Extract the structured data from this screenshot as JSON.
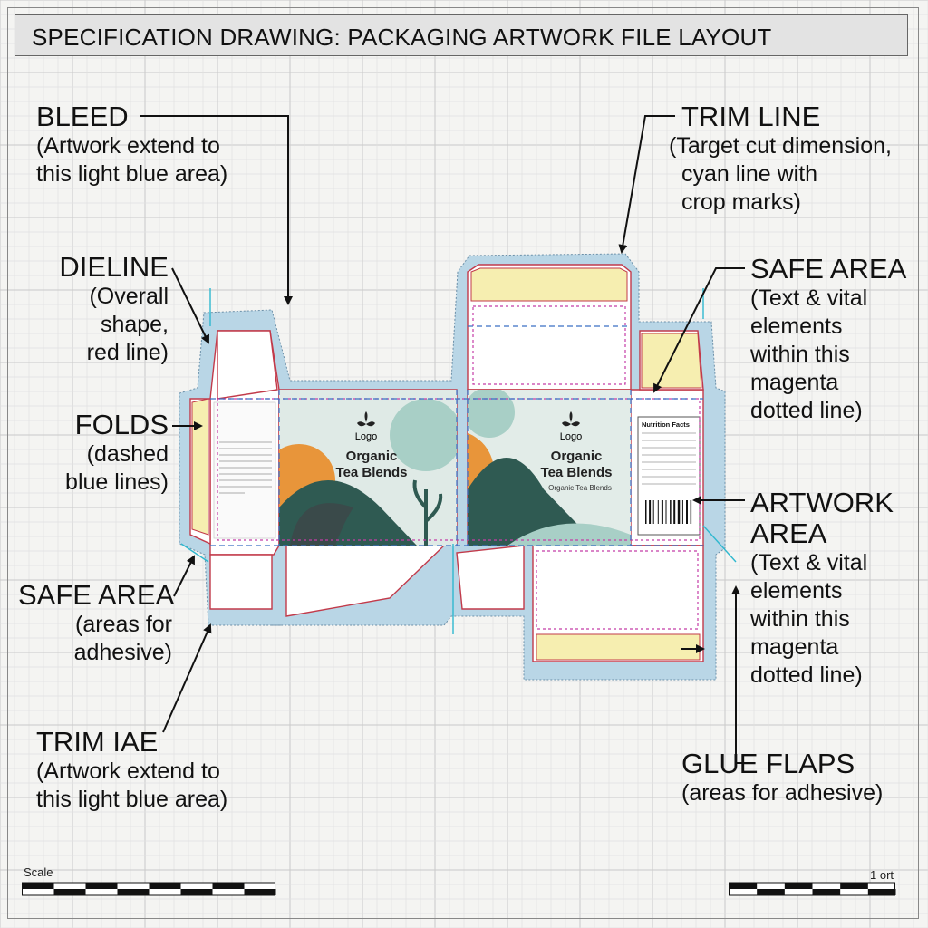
{
  "title": "SPECIFICATION DRAWING: PACKAGING ARTWORK FILE LAYOUT",
  "callouts": {
    "bleed": {
      "heading": "BLEED",
      "lines": [
        "(Artwork extend to",
        "this light blue area)"
      ]
    },
    "dieline": {
      "heading": "DIELINE",
      "lines": [
        "(Overall",
        "shape,",
        "red line)"
      ]
    },
    "folds": {
      "heading": "FOLDS",
      "lines": [
        "(dashed",
        "blue lines)"
      ]
    },
    "safe_area_left": {
      "heading": "SAFE AREA",
      "lines": [
        "(areas for",
        "adhesive)"
      ]
    },
    "trim_iae": {
      "heading": "TRIM IAE",
      "lines": [
        "(Artwork extend to",
        "this light blue area)"
      ]
    },
    "trim_line": {
      "heading": "TRIM LINE",
      "lines": [
        "(Target cut dimension,",
        "cyan line with",
        "crop marks)"
      ]
    },
    "safe_area_right": {
      "heading": "SAFE AREA",
      "lines": [
        "(Text & vital",
        "elements",
        "within this",
        "magenta",
        "dotted line)"
      ]
    },
    "artwork_area": {
      "heading": "ARTWORK",
      "heading2": "AREA",
      "lines": [
        "(Text & vital",
        "elements",
        "within this",
        "magenta",
        "dotted line)"
      ]
    },
    "glue_flaps": {
      "heading": "GLUE FLAPS",
      "lines": [
        "(areas for adhesive)"
      ]
    }
  },
  "package": {
    "logo": "Logo",
    "product_line1": "Organic",
    "product_line2": "Tea Blends",
    "front_tagline": "Organic Tea Blends",
    "nutrition_title": "Nutrition Facts"
  },
  "scale": {
    "left_label": "Scale",
    "right_label": "1 ort"
  },
  "colors": {
    "bleed": "#b9d6e6",
    "dieline": "#c23a4a",
    "trim": "#2fb8cf",
    "fold": "#3a6fc4",
    "safe": "#c43ca6",
    "glue": "#f6eeb0",
    "art_dark": "#2f5a52",
    "art_orange": "#e8953a"
  }
}
